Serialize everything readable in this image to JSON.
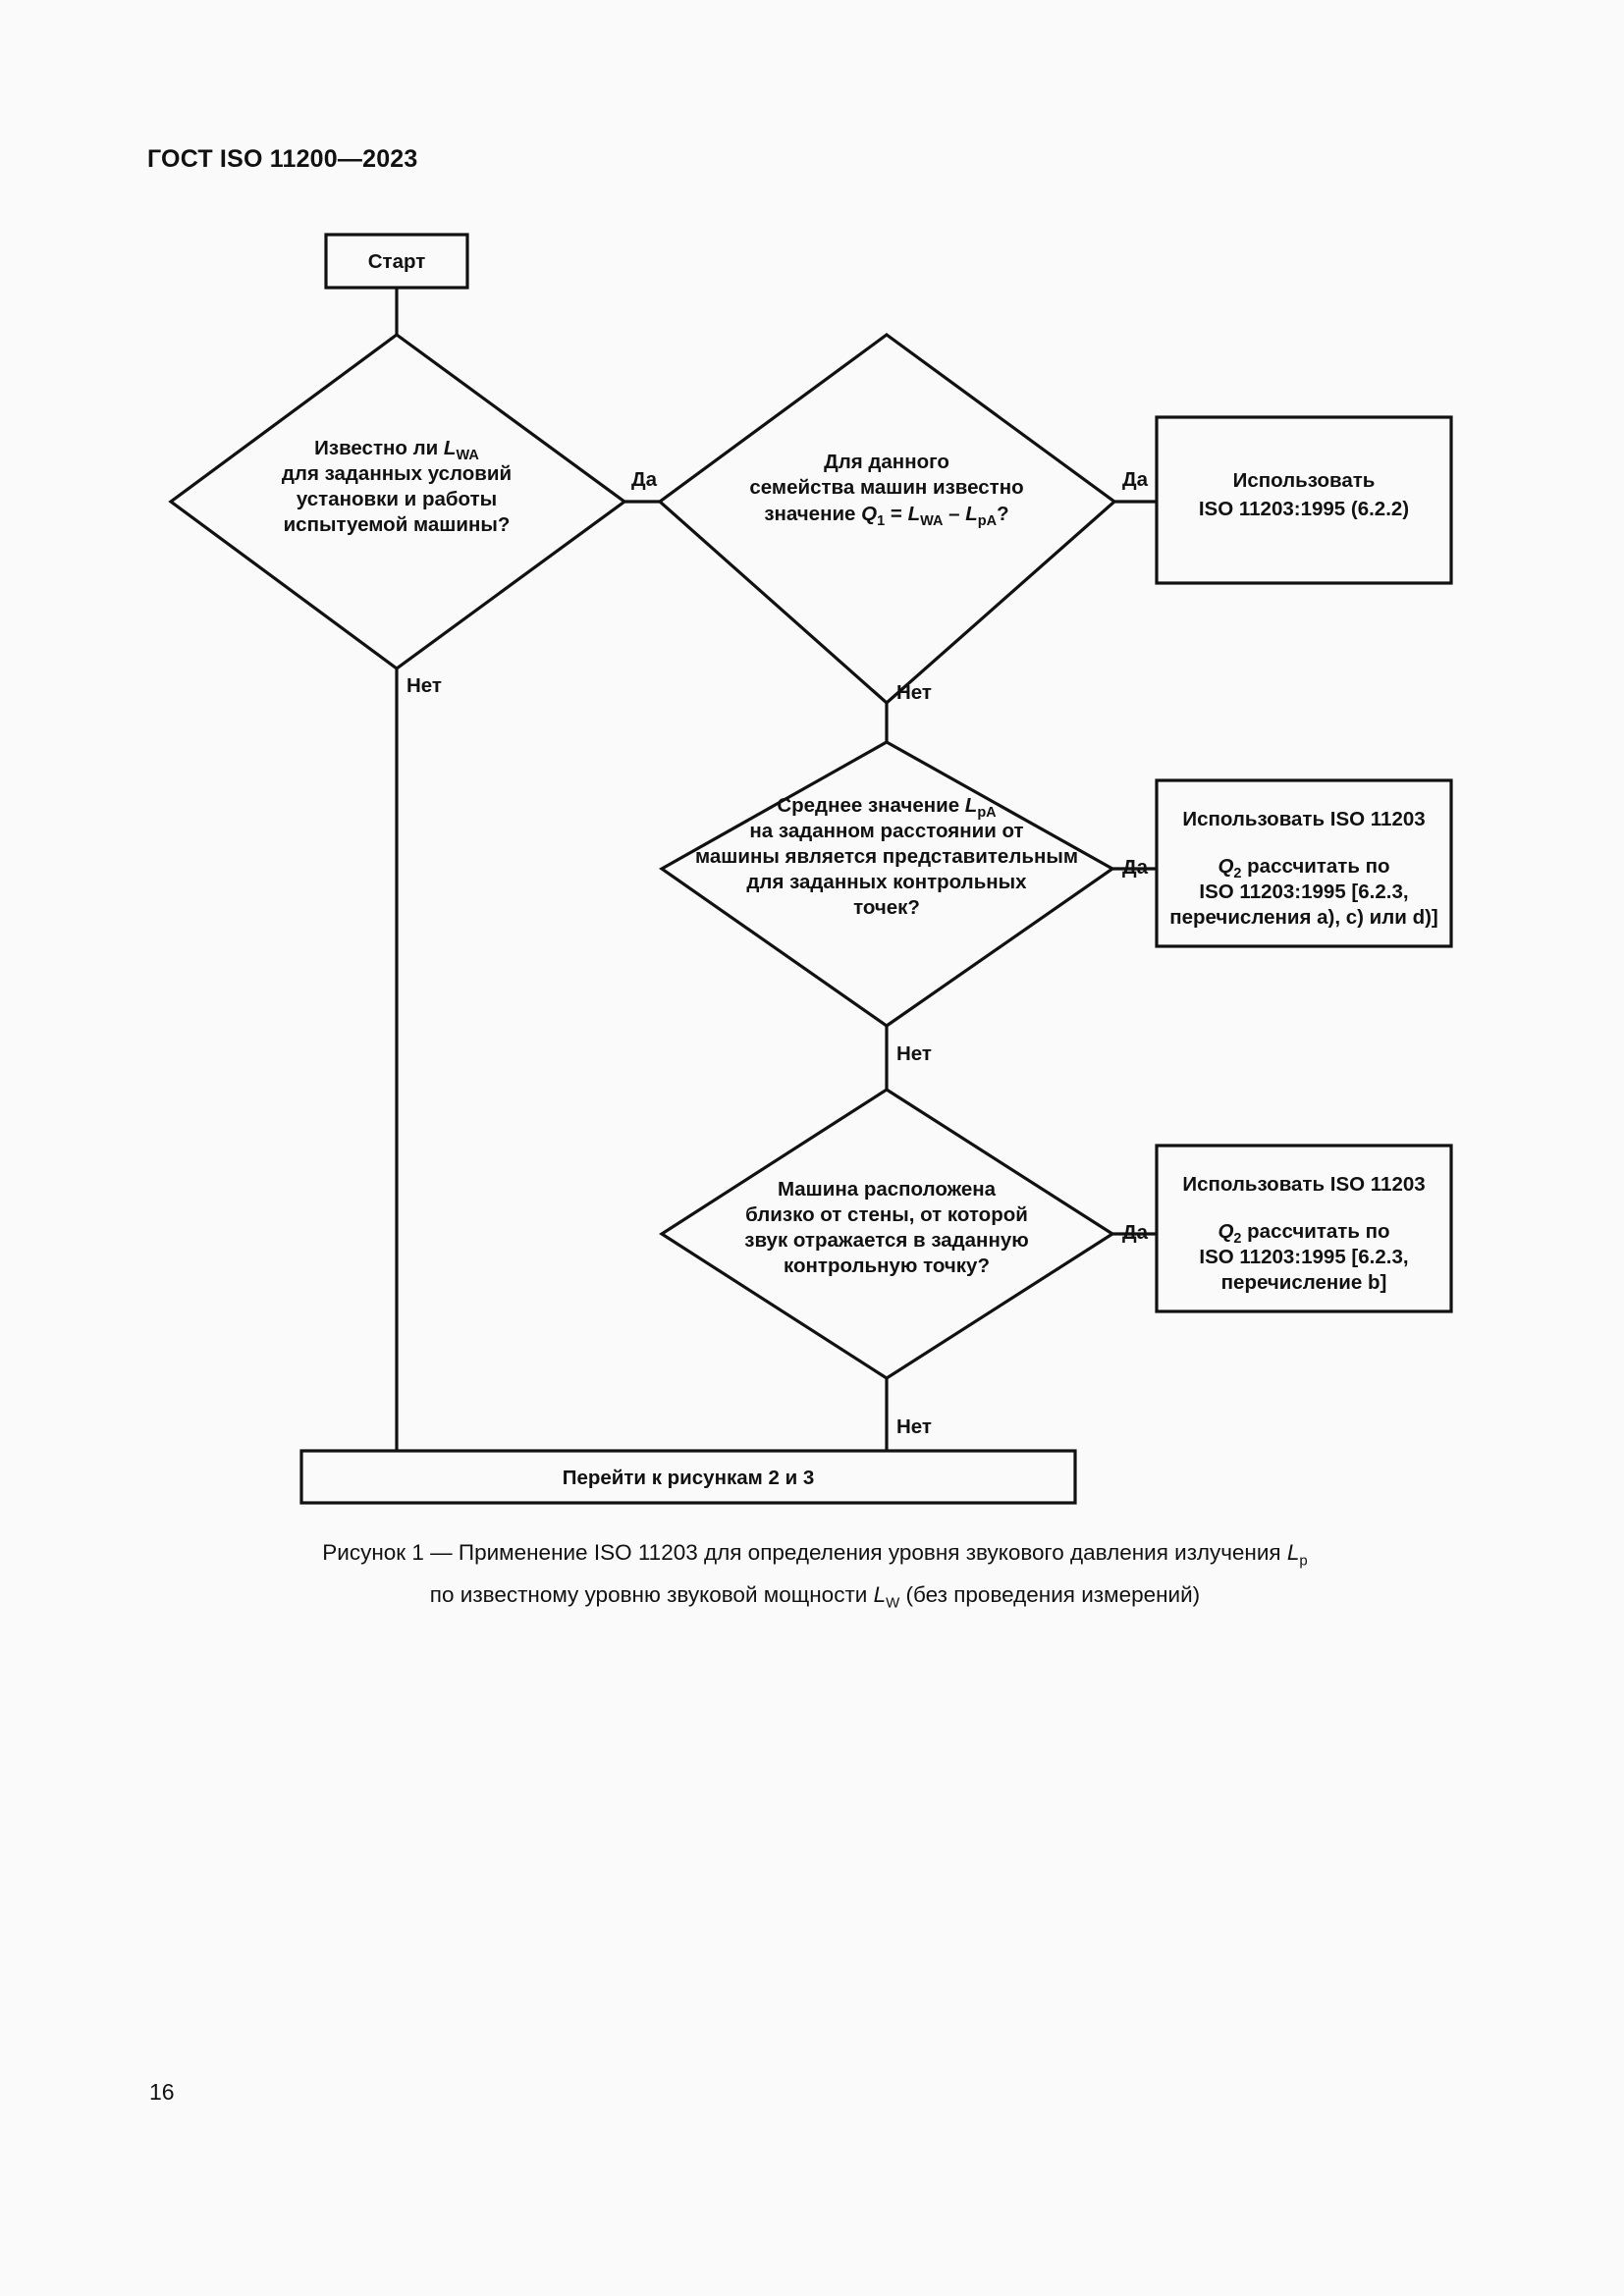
{
  "document": {
    "header": "ГОСТ ISO 11200—2023",
    "page_number": "16"
  },
  "figure": {
    "caption_line1_a": "Рисунок 1 — Применение ISO 11203 для определения уровня звукового давления излучения ",
    "caption_line1_sym": "L",
    "caption_line1_sub": "p",
    "caption_line2_a": "по известному уровню звуковой мощности ",
    "caption_line2_sym": "L",
    "caption_line2_sub": "W",
    "caption_line2_b": " (без проведения измерений)"
  },
  "flowchart": {
    "type": "flowchart",
    "start": {
      "label": "Старт"
    },
    "decision1": {
      "line1_a": "Известно ли ",
      "line1_sym": "L",
      "line1_sub": "WA",
      "line2": "для заданных условий",
      "line3": "установки и работы",
      "line4": "испытуемой машины?"
    },
    "decision2": {
      "line1": "Для данного",
      "line2": "семейства машин известно",
      "line3_a": "значение ",
      "line3_q": "Q",
      "line3_qsub": "1",
      "line3_eq": " = ",
      "line3_l1": "L",
      "line3_l1sub": "WA",
      "line3_minus": " – ",
      "line3_l2": "L",
      "line3_l2sub": "pA",
      "line3_end": "?"
    },
    "decision3": {
      "line1_a": "Среднее значение ",
      "line1_sym": "L",
      "line1_sub": "pA",
      "line2": "на заданном расстоянии от",
      "line3": "машины является представительным",
      "line4": "для заданных контрольных",
      "line5": "точек?"
    },
    "decision4": {
      "line1": "Машина расположена",
      "line2": "близко от стены, от которой",
      "line3": "звук отражается в заданную",
      "line4": "контрольную точку?"
    },
    "result1": {
      "line1": "Использовать",
      "line2": "ISO 11203:1995 (6.2.2)"
    },
    "result2": {
      "line1": "Использовать ISO 11203",
      "line2_q": "Q",
      "line2_qsub": "2",
      "line2_rest": " рассчитать по",
      "line3": "ISO 11203:1995 [6.2.3,",
      "line4": "перечисления a), c) или d)]"
    },
    "result3": {
      "line1": "Использовать ISO 11203",
      "line2_q": "Q",
      "line2_qsub": "2",
      "line2_rest": " рассчитать по",
      "line3": "ISO 11203:1995 [6.2.3,",
      "line4": "перечисление b]"
    },
    "terminal": {
      "label": "Перейти к рисункам 2 и 3"
    },
    "edges": {
      "yes1": "Да",
      "no1": "Нет",
      "yes2": "Да",
      "no2": "Нет",
      "yes3": "Да",
      "no3": "Нет",
      "yes4": "Да",
      "no4": "Нет"
    },
    "colors": {
      "stroke": "#111111",
      "fill": "#fafafa"
    }
  }
}
